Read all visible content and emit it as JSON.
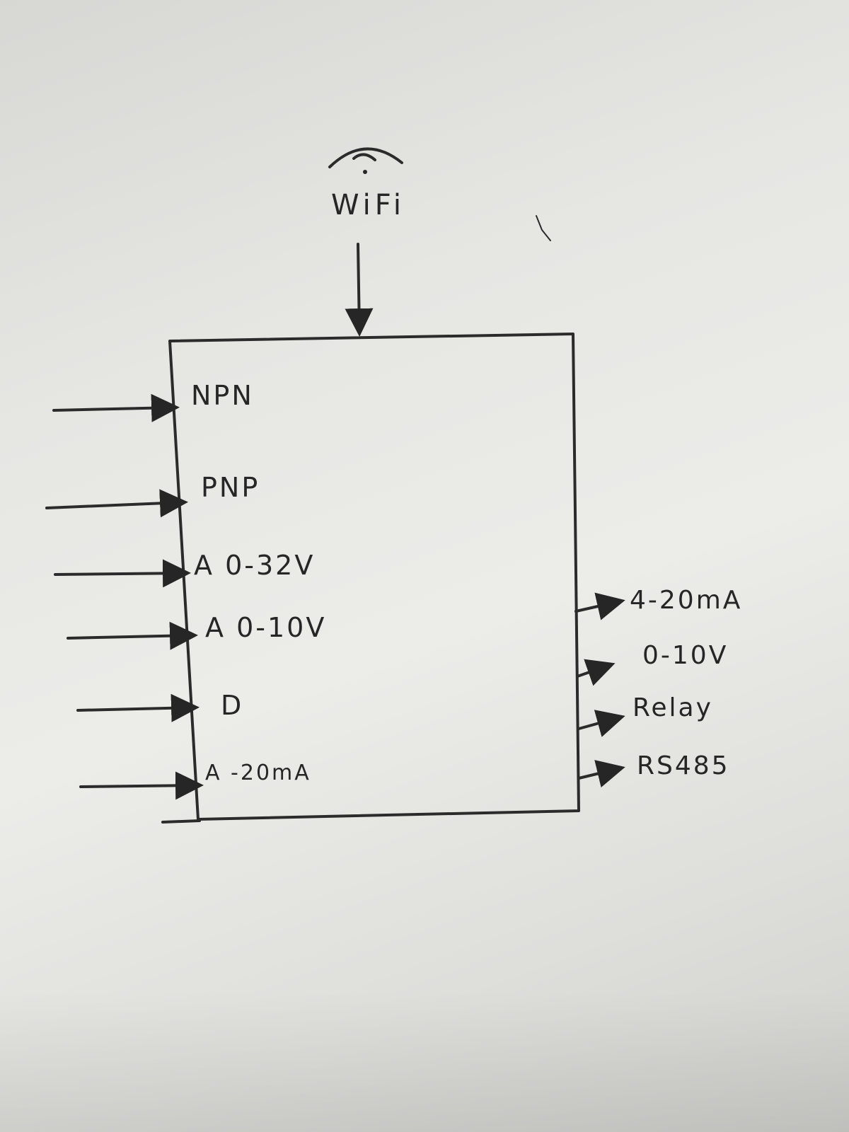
{
  "diagram": {
    "wifi_label": "WiFi",
    "inputs": [
      {
        "label": "NPN"
      },
      {
        "label": "PNP"
      },
      {
        "label": "A 0-32V"
      },
      {
        "label": "A 0-10V"
      },
      {
        "label": "D"
      },
      {
        "label": "A -20mA"
      }
    ],
    "outputs": [
      {
        "label": "4-20mA"
      },
      {
        "label": "0-10V"
      },
      {
        "label": "Relay"
      },
      {
        "label": "RS485"
      }
    ]
  }
}
